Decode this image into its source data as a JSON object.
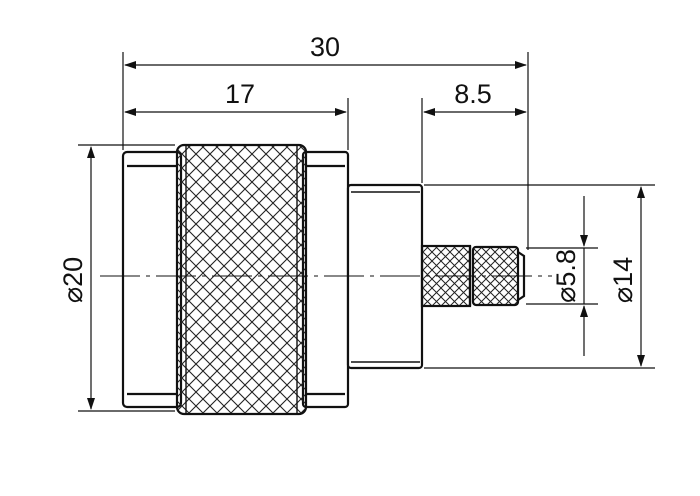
{
  "colors": {
    "line": "#111111",
    "background": "#ffffff"
  },
  "dimensions": {
    "overall_length": "30",
    "body_length": "17",
    "crimp_length": "8.5",
    "body_diameter": "⌀20",
    "pin_diameter": "⌀5.8",
    "crimp_diameter": "⌀14"
  }
}
